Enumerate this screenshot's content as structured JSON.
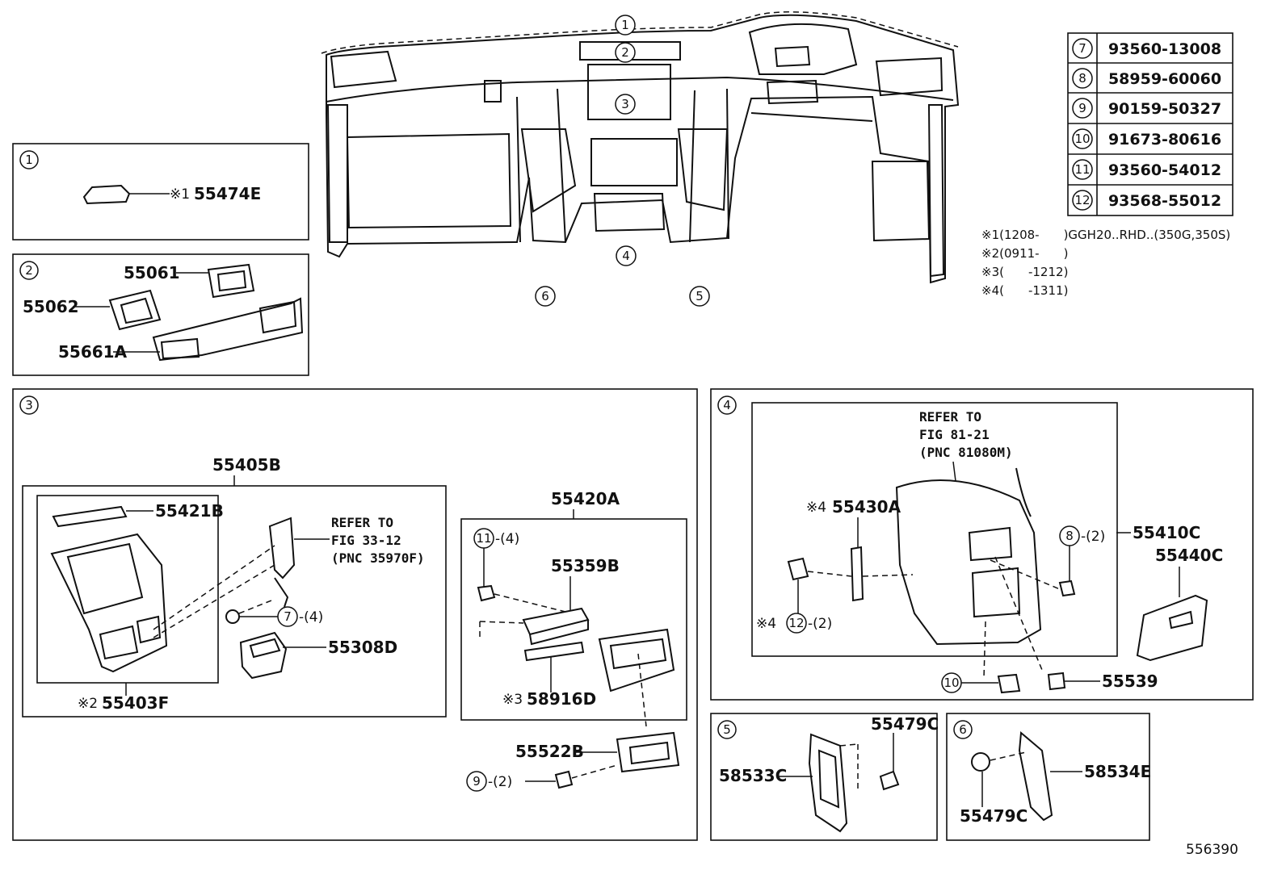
{
  "diagram_id": "556390",
  "overview": {
    "callouts": [
      "1",
      "2",
      "3",
      "4",
      "5",
      "6"
    ]
  },
  "code_table": [
    {
      "num": "7",
      "code": "93560-13008"
    },
    {
      "num": "8",
      "code": "58959-60060"
    },
    {
      "num": "9",
      "code": "90159-50327"
    },
    {
      "num": "10",
      "code": "91673-80616"
    },
    {
      "num": "11",
      "code": "93560-54012"
    },
    {
      "num": "12",
      "code": "93568-55012"
    }
  ],
  "notes": [
    {
      "mark": "※1",
      "text": "(1208-　　)GGH20..RHD..(350G,350S)"
    },
    {
      "mark": "※2",
      "text": "(0911-　　)"
    },
    {
      "mark": "※3",
      "text": "(　　-1212)"
    },
    {
      "mark": "※4",
      "text": "(　　-1311)"
    }
  ],
  "section1": {
    "num": "1",
    "mark": "※1",
    "part": "55474E"
  },
  "section2": {
    "num": "2",
    "parts": [
      "55061",
      "55062",
      "55661A"
    ]
  },
  "section3": {
    "num": "3",
    "group1": "55405B",
    "group2": "55420A",
    "p55421B": "55421B",
    "p55403F": "55403F",
    "p55403F_mark": "※2",
    "refer": [
      "REFER TO",
      "FIG 33-12",
      "(PNC 35970F)"
    ],
    "c7": "7",
    "c7qty": "-(4)",
    "p55308D": "55308D",
    "c11": "11",
    "c11qty": "-(4)",
    "p55359B": "55359B",
    "p58916D": "58916D",
    "p58916D_mark": "※3",
    "p55522B": "55522B",
    "c9": "9",
    "c9qty": "-(2)"
  },
  "section4": {
    "num": "4",
    "refer": [
      "REFER TO",
      "FIG 81-21",
      "(PNC 81080M)"
    ],
    "p55430A": "55430A",
    "p55430A_mark": "※4",
    "c12": "12",
    "c12qty": "-(2)",
    "c12_mark": "※4",
    "c8": "8",
    "c8qty": "-(2)",
    "p55410C": "55410C",
    "p55440C": "55440C",
    "c10": "10",
    "p55539": "55539"
  },
  "section5": {
    "num": "5",
    "p55479C": "55479C",
    "p58533C": "58533C"
  },
  "section6": {
    "num": "6",
    "p58534E": "58534E",
    "p55479C": "55479C"
  }
}
